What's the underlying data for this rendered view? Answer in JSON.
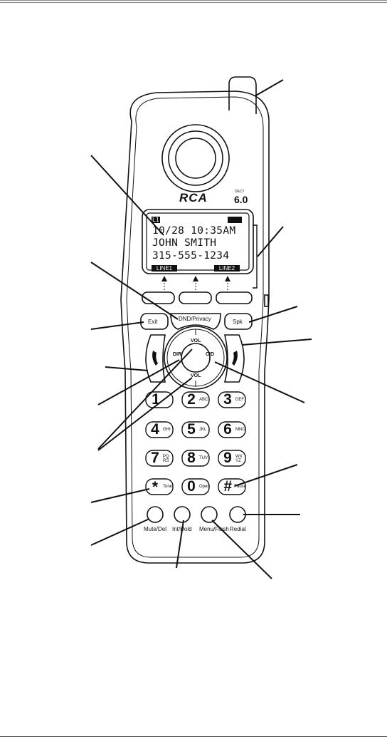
{
  "brand": {
    "logo": "RCA",
    "dect_label": "DECT",
    "dect_version": "6.0"
  },
  "display": {
    "line_indicator": "L1",
    "date_time": "10/28 10:35AM",
    "caller_name": "JOHN SMITH",
    "caller_number": "315-555-1234",
    "soft_left": "LINE1",
    "soft_right": "LINE2"
  },
  "buttons": {
    "dnd": "DND/Privacy",
    "exit": "Exit",
    "spk": "Spk",
    "vol_up": "VOL",
    "vol_down": "VOL",
    "dir": "DIR",
    "cid": "CID",
    "mute": "Mute/Del",
    "int": "Int/Hold",
    "menu": "Menu/Flash",
    "redial": "Redial"
  },
  "keypad": [
    {
      "digit": "1",
      "letters": ""
    },
    {
      "digit": "2",
      "letters": "ABC"
    },
    {
      "digit": "3",
      "letters": "DEF"
    },
    {
      "digit": "4",
      "letters": "GHI"
    },
    {
      "digit": "5",
      "letters": "JKL"
    },
    {
      "digit": "6",
      "letters": "MNO"
    },
    {
      "digit": "7",
      "letters": "PQ RS"
    },
    {
      "digit": "8",
      "letters": "TUV"
    },
    {
      "digit": "9",
      "letters": "WX YZ"
    },
    {
      "digit": "*",
      "letters": "Tone"
    },
    {
      "digit": "0",
      "letters": "Oper"
    },
    {
      "digit": "#",
      "letters": "Pause"
    }
  ]
}
